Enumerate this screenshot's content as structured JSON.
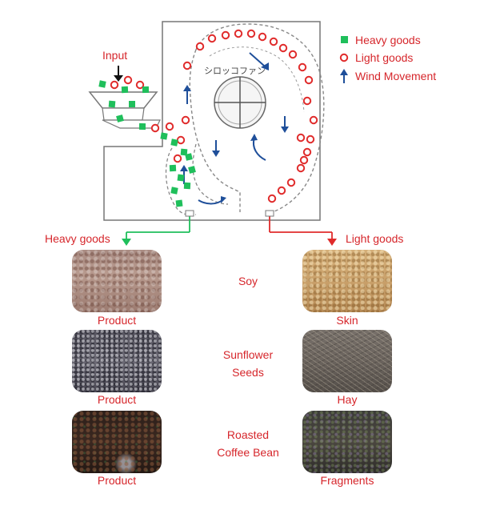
{
  "legend": {
    "heavy": "Heavy goods",
    "light": "Light goods",
    "wind": "Wind Movement"
  },
  "diagram": {
    "input_label": "Input",
    "fan_label": "シロッコファン"
  },
  "outputs": {
    "left": "Heavy goods",
    "right": "Light goods"
  },
  "rows": [
    {
      "left_caption": "Product",
      "middle_line1": "Soy",
      "middle_line2": "",
      "right_caption": "Skin"
    },
    {
      "left_caption": "Product",
      "middle_line1": "Sunflower",
      "middle_line2": "Seeds",
      "right_caption": "Hay"
    },
    {
      "left_caption": "Product",
      "middle_line1": "Roasted",
      "middle_line2": "Coffee Bean",
      "right_caption": "Fragments"
    }
  ],
  "colors": {
    "heavy": "#1fbf5b",
    "light": "#e02b2b",
    "wind": "#1f4f9a",
    "text": "#d6262b"
  }
}
